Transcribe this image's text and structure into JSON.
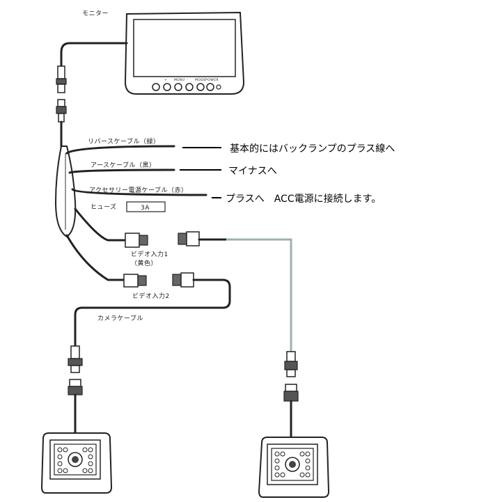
{
  "labels": {
    "monitor": "モニター",
    "reverse_cable": "リバースケーブル（緑）",
    "earth_cable": "アースケーブル（黒）",
    "accessory_cable": "アクセサリー電源ケーブル（赤）",
    "fuse": "ヒューズ",
    "fuse_value": "3A",
    "video_in_1": "ビデオ入力1",
    "video_in_1_color": "（黄色）",
    "video_in_2": "ビデオ入力2",
    "camera_cable": "カメラケーブル"
  },
  "notes": {
    "reverse": "基本的にはバックランプのプラス線へ",
    "earth": "マイナスへ",
    "accessory": "プラスへ　ACC電源に接続します。"
  },
  "monitor_buttons": [
    "+",
    "MENU",
    "-",
    "MODE",
    "POWER"
  ],
  "colors": {
    "cable": "#222222",
    "green_cable": "#9db3a8"
  }
}
